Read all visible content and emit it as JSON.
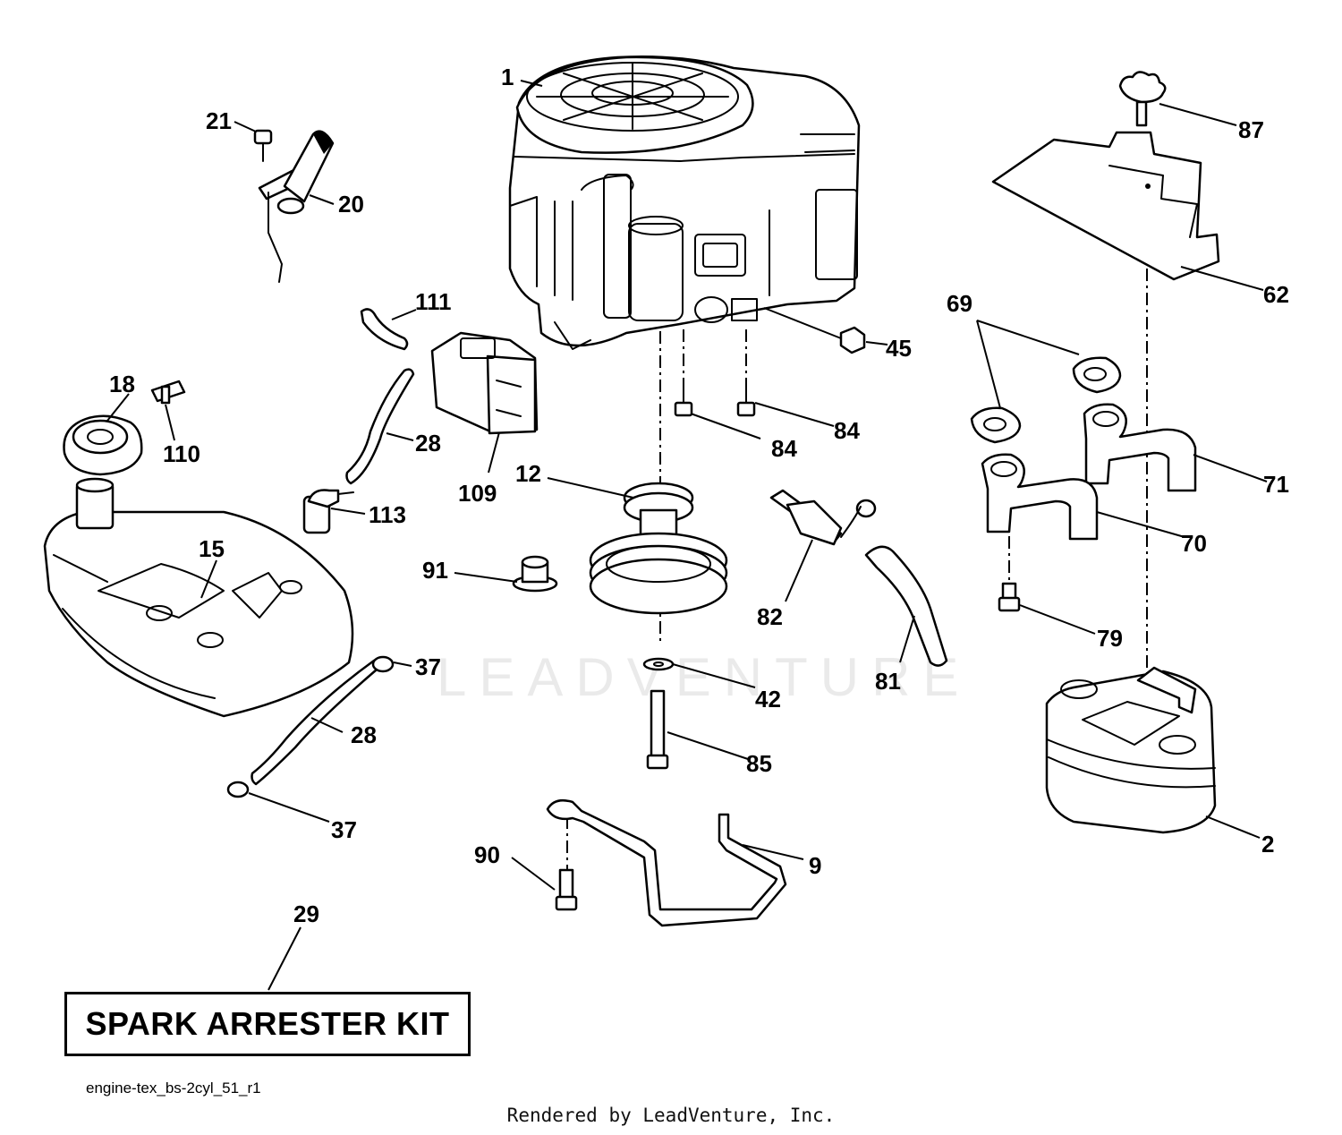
{
  "kit_label": "SPARK ARRESTER KIT",
  "drawing_code": "engine-tex_bs-2cyl_51_r1",
  "rendered_by": "Rendered by LeadVenture, Inc.",
  "watermark": "LEADVENTURE",
  "callouts": {
    "c1": "1",
    "c2": "2",
    "c9": "9",
    "c12": "12",
    "c15": "15",
    "c18": "18",
    "c20": "20",
    "c21": "21",
    "c28a": "28",
    "c28b": "28",
    "c29": "29",
    "c37a": "37",
    "c37b": "37",
    "c42": "42",
    "c45": "45",
    "c62": "62",
    "c69": "69",
    "c70": "70",
    "c71": "71",
    "c79": "79",
    "c81": "81",
    "c82": "82",
    "c84a": "84",
    "c84b": "84",
    "c85": "85",
    "c87": "87",
    "c90": "90",
    "c91": "91",
    "c109": "109",
    "c110": "110",
    "c111": "111",
    "c113": "113"
  }
}
